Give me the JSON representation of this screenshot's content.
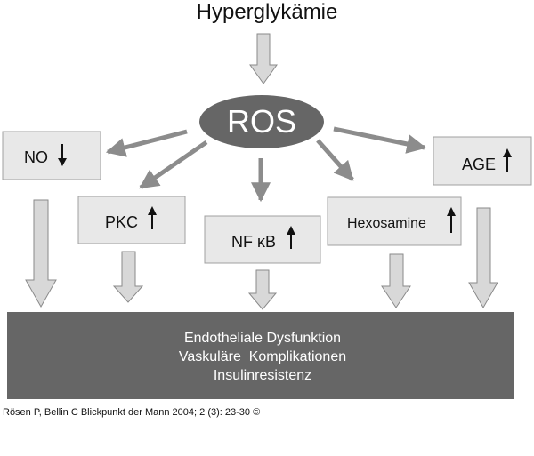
{
  "diagram": {
    "source": "Hyperglykämie",
    "center": "ROS",
    "factors": [
      {
        "label": "NO",
        "direction": "down"
      },
      {
        "label": "PKC",
        "direction": "up"
      },
      {
        "label": "NF κB",
        "direction": "up"
      },
      {
        "label": "Hexosamine",
        "direction": "up"
      },
      {
        "label": "AGE",
        "direction": "up"
      }
    ],
    "outcome": [
      "Endotheliale Dysfunktion",
      "Vaskuläre  Komplikationen",
      "Insulinresistenz"
    ]
  },
  "colors": {
    "fat_arrow_fill": "#d8d8d8",
    "fat_arrow_stroke": "#8a8a8a",
    "thin_arrow": "#8c8c8c",
    "box_fill": "#e8e8e8",
    "box_stroke": "#a0a0a0",
    "ellipse_fill": "#666666",
    "ellipse_text": "#ffffff",
    "outcome_fill": "#666666",
    "outcome_text": "#ffffff",
    "text": "#111111"
  },
  "citation": "Rösen P, Bellin C Blickpunkt der Mann 2004; 2 (3): 23-30 ©"
}
